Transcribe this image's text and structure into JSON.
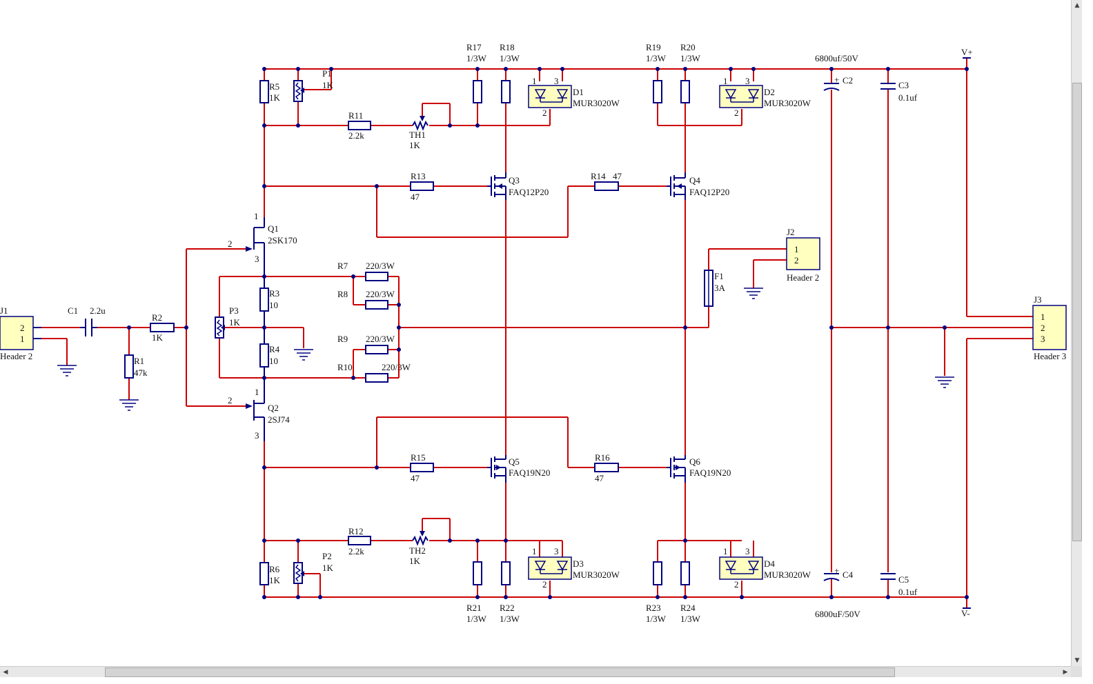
{
  "labels": {
    "J1": "J1",
    "J1_name": "Header 2",
    "J1_p2": "2",
    "J1_p1": "1",
    "C1": "C1",
    "C1_val": "2.2u",
    "R1": "R1",
    "R1_val": "47k",
    "R2": "R2",
    "R2_val": "1K",
    "R3": "R3",
    "R3_val": "10",
    "R4": "R4",
    "R4_val": "10",
    "R5": "R5",
    "R5_val": "1K",
    "R6": "R6",
    "R6_val": "1K",
    "P1": "P1",
    "P1_val": "1K",
    "P2": "P2",
    "P2_val": "1K",
    "P3": "P3",
    "P3_val": "1K",
    "R7": "R7",
    "R7_val": "220/3W",
    "R8": "R8",
    "R8_val": "220/3W",
    "R9": "R9",
    "R9_val": "220/3W",
    "R10": "R10",
    "R10_val": "220/3W",
    "R11": "R11",
    "R11_val": "2.2k",
    "R12": "R12",
    "R12_val": "2.2k",
    "TH1": "TH1",
    "TH1_val": "1K",
    "TH2": "TH2",
    "TH2_val": "1K",
    "R13": "R13",
    "R13_val": "47",
    "R14": "R14",
    "R14_val": "47",
    "R15": "R15",
    "R15_val": "47",
    "R16": "R16",
    "R16_val": "47",
    "R17": "R17",
    "R17_val": "1/3W",
    "R18": "R18",
    "R18_val": "1/3W",
    "R19": "R19",
    "R19_val": "1/3W",
    "R20": "R20",
    "R20_val": "1/3W",
    "R21": "R21",
    "R21_val": "1/3W",
    "R22": "R22",
    "R22_val": "1/3W",
    "R23": "R23",
    "R23_val": "1/3W",
    "R24": "R24",
    "R24_val": "1/3W",
    "Q1": "Q1",
    "Q1_val": "2SK170",
    "Q2": "Q2",
    "Q2_val": "2SJ74",
    "Q3": "Q3",
    "Q3_val": "FAQ12P20",
    "Q4": "Q4",
    "Q4_val": "FAQ12P20",
    "Q5": "Q5",
    "Q5_val": "FAQ19N20",
    "Q6": "Q6",
    "Q6_val": "FAQ19N20",
    "D1": "D1",
    "D1_val": "MUR3020W",
    "D2": "D2",
    "D2_val": "MUR3020W",
    "D3": "D3",
    "D3_val": "MUR3020W",
    "D4": "D4",
    "D4_val": "MUR3020W",
    "F1": "F1",
    "F1_val": "3A",
    "J2": "J2",
    "J2_name": "Header 2",
    "J2_p1": "1",
    "J2_p2": "2",
    "J3": "J3",
    "J3_name": "Header 3",
    "J3_p1": "1",
    "J3_p2": "2",
    "J3_p3": "3",
    "C2": "C2",
    "C2_val": "6800uf/50V",
    "C3": "C3",
    "C3_val": "0.1uf",
    "C4": "C4",
    "C4_val": "6800uF/50V",
    "C5": "C5",
    "C5_val": "0.1uf",
    "Vplus": "V+",
    "Vminus": "V-",
    "pin1": "1",
    "pin2": "2",
    "pin3": "3"
  },
  "colors": {
    "wire": "#cc0000",
    "component": "#000080",
    "header_fill": "#ffffc0"
  },
  "scrollbar": {
    "left_arrow": "◀",
    "right_arrow": "▶",
    "up_arrow": "▲",
    "down_arrow": "▼"
  }
}
